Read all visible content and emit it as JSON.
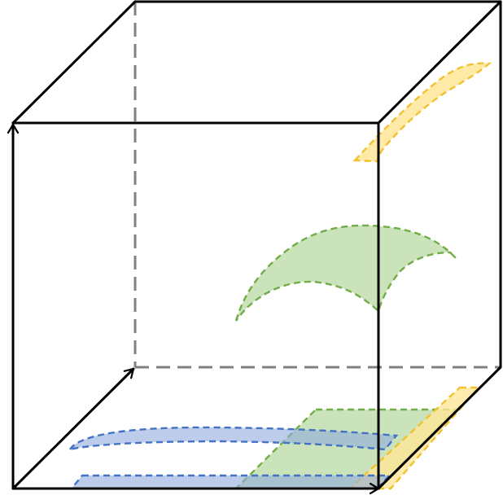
{
  "diagram": {
    "type": "3d-cube-with-projections",
    "labels": [],
    "colors": {
      "edge": "#000000",
      "hidden_edge": "#808080",
      "yellow_fill": "#FFE699",
      "yellow_stroke": "#F2C12E",
      "green_fill": "#A9D18E",
      "green_stroke": "#70AD47",
      "blue_fill": "#8FAADC",
      "blue_stroke": "#4472C4",
      "background": "#FFFFFF"
    },
    "shapes": {
      "visible_edges": 9,
      "hidden_edges": 3,
      "axis_arrows": 3,
      "floating_surfaces": [
        "yellow-band",
        "green-surface"
      ],
      "floor_projections": [
        "blue-band-back",
        "blue-band-front",
        "green-parallelogram",
        "yellow-strip"
      ]
    }
  }
}
